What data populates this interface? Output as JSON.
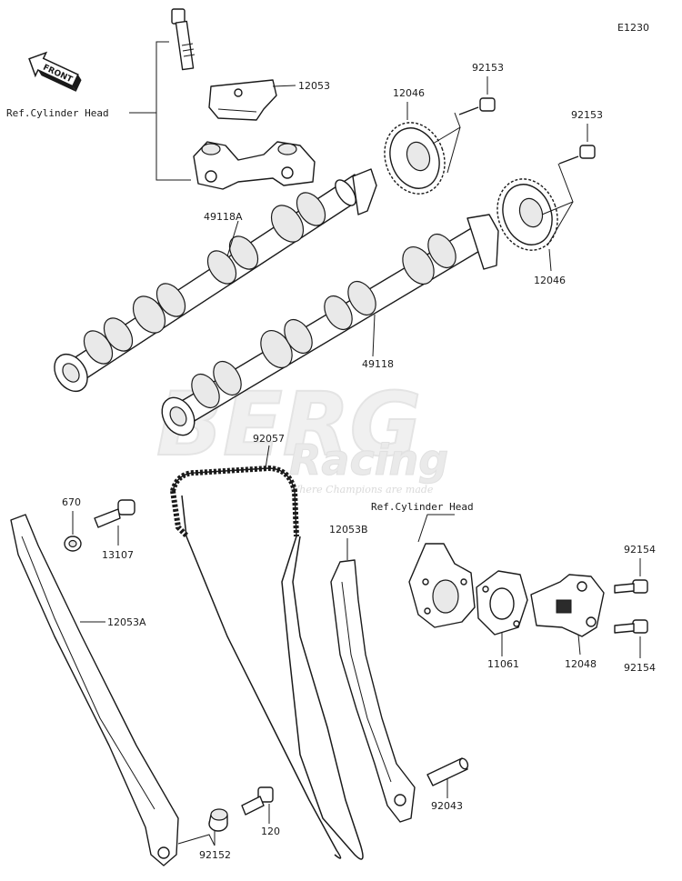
{
  "diagram_code": "E1230",
  "front_label": "FRONT",
  "watermark": {
    "brand": "BERG",
    "sub": "Racing",
    "tagline": "Where Champions are made"
  },
  "callouts": {
    "ref_cylinder_head_top": "Ref.Cylinder Head",
    "ref_cylinder_head_right": "Ref.Cylinder Head",
    "p12053": "12053",
    "p12046_top": "12046",
    "p92153_left": "92153",
    "p92153_right": "92153",
    "p49118a": "49118A",
    "p12046_right": "12046",
    "p49118": "49118",
    "p92057": "92057",
    "p670": "670",
    "p13107": "13107",
    "p12053a": "12053A",
    "p12053b": "12053B",
    "p92154_top": "92154",
    "p11061": "11061",
    "p12048": "12048",
    "p92154_bottom": "92154",
    "p92043": "92043",
    "p120": "120",
    "p92152": "92152"
  }
}
